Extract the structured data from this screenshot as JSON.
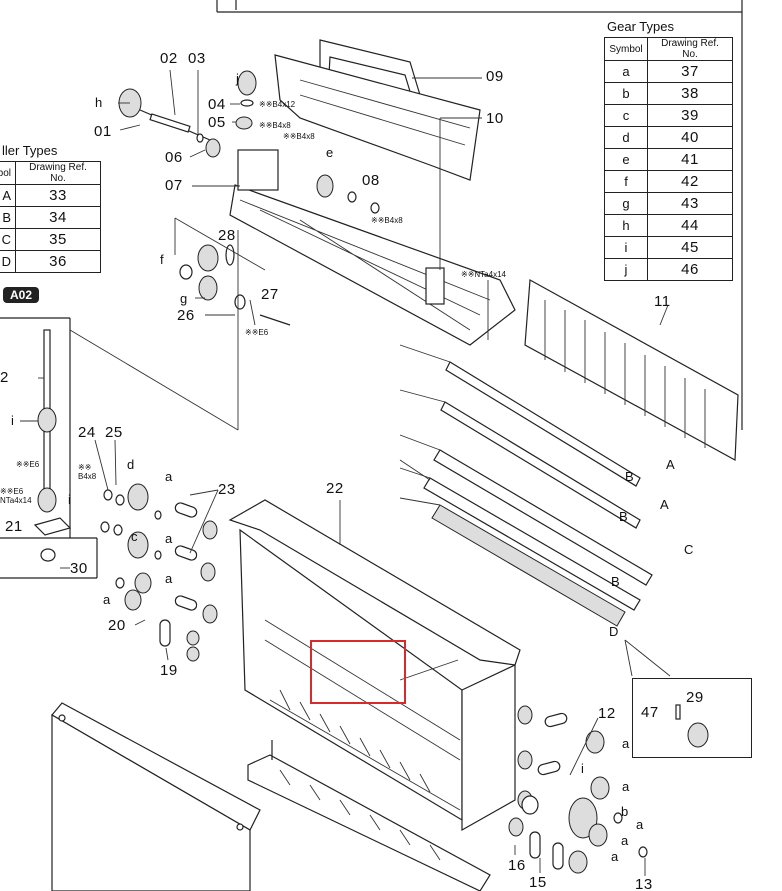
{
  "gear_types": {
    "title": "Gear Types",
    "col_symbol": "Symbol",
    "col_ref": "Drawing Ref. No.",
    "rows": [
      {
        "symbol": "a",
        "ref": "37"
      },
      {
        "symbol": "b",
        "ref": "38"
      },
      {
        "symbol": "c",
        "ref": "39"
      },
      {
        "symbol": "d",
        "ref": "40"
      },
      {
        "symbol": "e",
        "ref": "41"
      },
      {
        "symbol": "f",
        "ref": "42"
      },
      {
        "symbol": "g",
        "ref": "43"
      },
      {
        "symbol": "h",
        "ref": "44"
      },
      {
        "symbol": "i",
        "ref": "45"
      },
      {
        "symbol": "j",
        "ref": "46"
      }
    ]
  },
  "roller_types": {
    "title": "ller Types",
    "col_symbol": "mbol",
    "col_ref": "Drawing Ref. No.",
    "rows": [
      {
        "symbol": "A",
        "ref": "33"
      },
      {
        "symbol": "B",
        "ref": "34"
      },
      {
        "symbol": "C",
        "ref": "35"
      },
      {
        "symbol": "D",
        "ref": "36"
      }
    ]
  },
  "section_badge": "A02",
  "callouts": {
    "n01": "01",
    "n02": "02",
    "n03": "03",
    "n04": "04",
    "n05": "05",
    "n06": "06",
    "n07": "07",
    "n08": "08",
    "n09": "09",
    "n10": "10",
    "n11": "11",
    "n12": "12",
    "n13": "13",
    "n15": "15",
    "n16": "16",
    "n19": "19",
    "n20": "20",
    "n21": "21",
    "n22": "22",
    "n23": "23",
    "n24": "24",
    "n25": "25",
    "n26": "26",
    "n27": "27",
    "n28": "28",
    "n29": "29",
    "n30": "30",
    "n47": "47",
    "n2": "2",
    "letter_a": "a",
    "letter_b": "b",
    "letter_c": "c",
    "letter_d": "d",
    "letter_e": "e",
    "letter_f": "f",
    "letter_g": "g",
    "letter_h": "h",
    "letter_i": "i",
    "letter_j": "j",
    "roller_A": "A",
    "roller_B": "B",
    "roller_C": "C",
    "roller_D": "D",
    "screw_b4x12": "※※B4x12",
    "screw_b4x8": "※※B4x8",
    "screw_nta4x14": "※※NTa4x14",
    "screw_e6": "※※E6",
    "screw_b4x8_stack": "※※ B4x8",
    "screw_nta4x14_short": "※※E6 NTa4x14"
  }
}
